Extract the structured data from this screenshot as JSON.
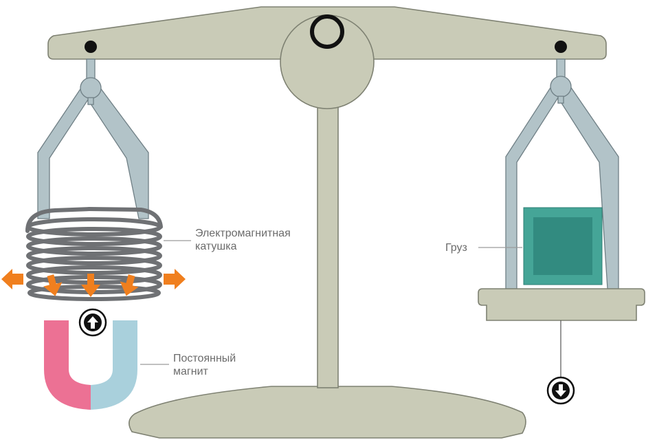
{
  "labels": {
    "coil": [
      "Электромагнитная",
      "катушка"
    ],
    "weight": "Груз",
    "magnet": [
      "Постоянный",
      "магнит"
    ]
  },
  "colors": {
    "scale_body": "#c9cbb7",
    "scale_outline": "#7e8172",
    "hanger": "#b2c3c8",
    "hanger_outline": "#6f7f85",
    "coil": "#6f7174",
    "arrow": "#f07f1e",
    "weight_outer": "#45a597",
    "weight_inner": "#328b80",
    "magnet_pole_a": "#ec7194",
    "magnet_pole_b": "#a9d0dc",
    "leader": "#9a9a9a",
    "text": "#6b6b6b"
  },
  "icons": [
    "up-arrow-badge-icon",
    "down-arrow-badge-icon",
    "knob-ring-icon"
  ]
}
